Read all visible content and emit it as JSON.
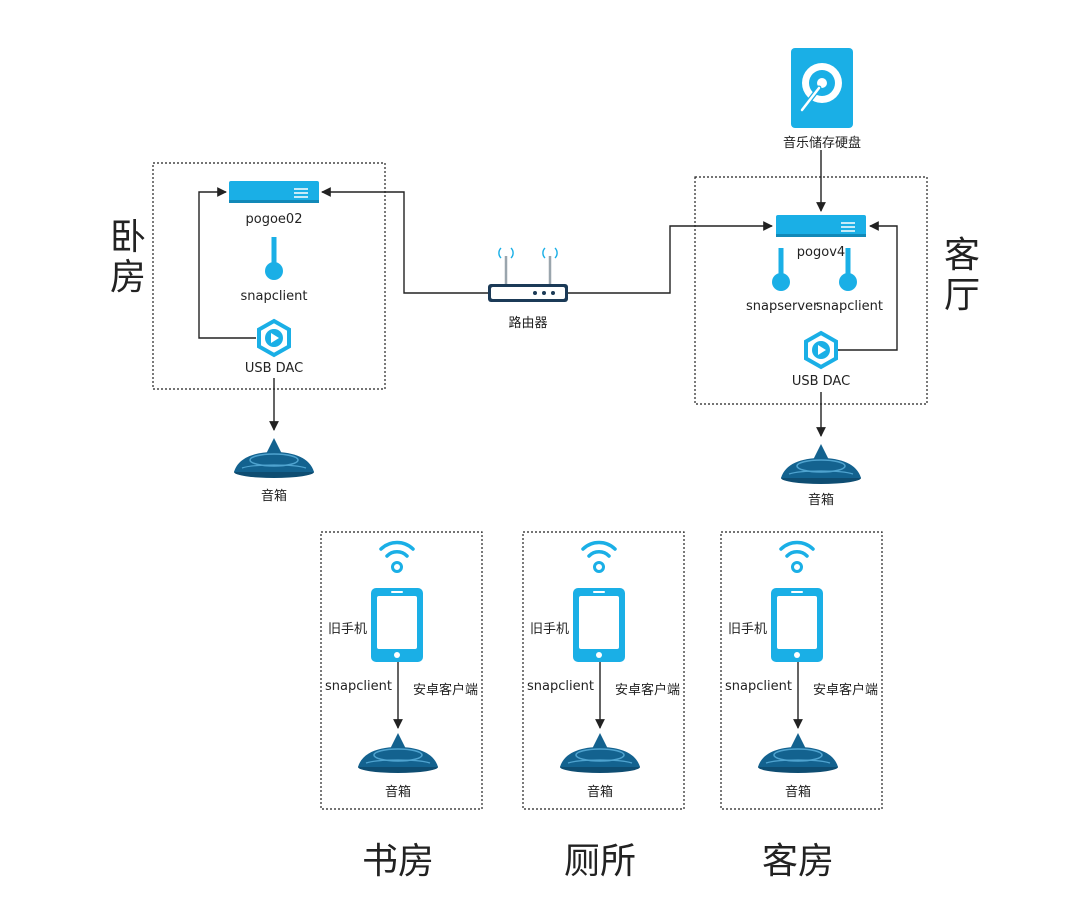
{
  "colors": {
    "device_blue": "#1AAFE6",
    "speaker_blue": "#13628F",
    "line": "#222222",
    "box_border": "#222222"
  },
  "rooms": {
    "bedroom": "卧房",
    "living_room": "客厅",
    "study": "书房",
    "toilet": "厕所",
    "guest_room": "客房"
  },
  "bedroom": {
    "server_label": "pogoe02",
    "client_label": "snapclient",
    "dac_label": "USB DAC",
    "speaker_label": "音箱"
  },
  "router": {
    "label": "路由器"
  },
  "storage": {
    "label": "音乐储存硬盘"
  },
  "living": {
    "server_label": "pogov4",
    "snapserver_label": "snapserver",
    "snapclient_label": "snapclient",
    "dac_label": "USB DAC",
    "speaker_label": "音箱"
  },
  "phone_rooms": [
    {
      "phone_label": "旧手机",
      "client_label": "snapclient",
      "app_label": "安卓客户端",
      "speaker_label": "音箱"
    },
    {
      "phone_label": "旧手机",
      "client_label": "snapclient",
      "app_label": "安卓客户端",
      "speaker_label": "音箱"
    },
    {
      "phone_label": "旧手机",
      "client_label": "snapclient",
      "app_label": "安卓客户端",
      "speaker_label": "音箱"
    }
  ]
}
